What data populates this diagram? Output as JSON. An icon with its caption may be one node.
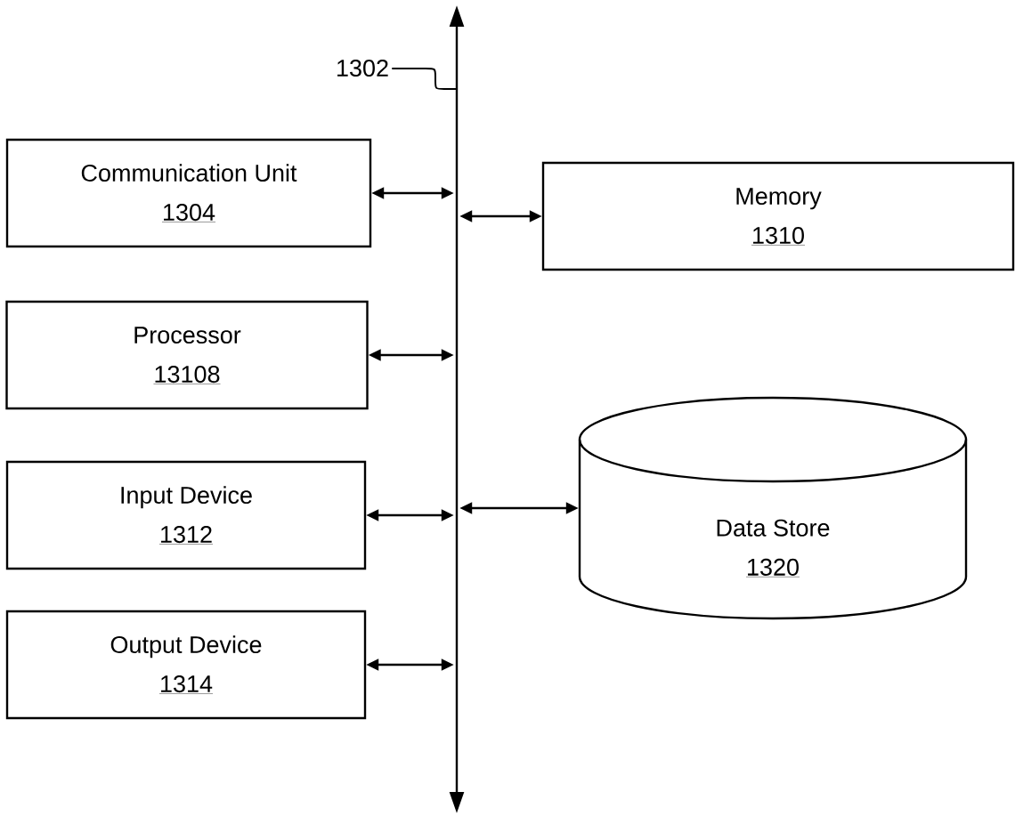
{
  "diagram": {
    "nodes": [
      {
        "text": [],
        "shape": "bar"
      },
      {
        "text": [
          "1302"
        ]
      },
      {
        "text": [
          "Communication Unit",
          "1304"
        ]
      },
      {
        "text": [
          "Memory",
          "1310"
        ]
      },
      {
        "text": [
          "Processor",
          "13108"
        ]
      },
      {
        "text": [
          "Input Device",
          "1312"
        ]
      },
      {
        "text": [
          "Data Store",
          "1320"
        ]
      },
      {
        "text": [
          "Output Device",
          "1314"
        ]
      }
    ],
    "edges": [
      {
        "from": 1,
        "to": 0,
        "arrow": "none"
      },
      {
        "from": 2,
        "to": 0,
        "arrow": "both"
      },
      {
        "from": 0,
        "to": 3,
        "arrow": "both"
      },
      {
        "from": 4,
        "to": 0,
        "arrow": "both"
      },
      {
        "from": 5,
        "to": 0,
        "arrow": "both"
      },
      {
        "from": 0,
        "to": 6,
        "arrow": "both"
      },
      {
        "from": 7,
        "to": 0,
        "arrow": "both"
      }
    ]
  }
}
